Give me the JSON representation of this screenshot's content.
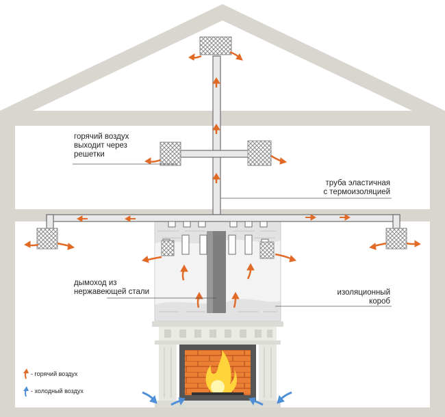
{
  "labels": {
    "hot_air_grilles": [
      "горячий воздух",
      "выходит через",
      "решетки"
    ],
    "flexible_pipe": [
      "труба эластичная",
      "с термоизоляцией"
    ],
    "chimney": [
      "дымоход из",
      "нержавеющей стали"
    ],
    "insulation_box": [
      "изоляционный",
      "короб"
    ]
  },
  "legend": {
    "hot_air": "- горячий воздух",
    "cold_air": "- холодный воздух"
  },
  "colors": {
    "wall": "#d8d6cf",
    "hot_arrow": "#e06a26",
    "cold_arrow": "#4f8fd8",
    "fire_brick": "#e8782c",
    "flame": "#ffd33a",
    "pipe": "#e9e9e9",
    "insulation": "#f2f2f2",
    "chimney": "#7f7f7f"
  }
}
